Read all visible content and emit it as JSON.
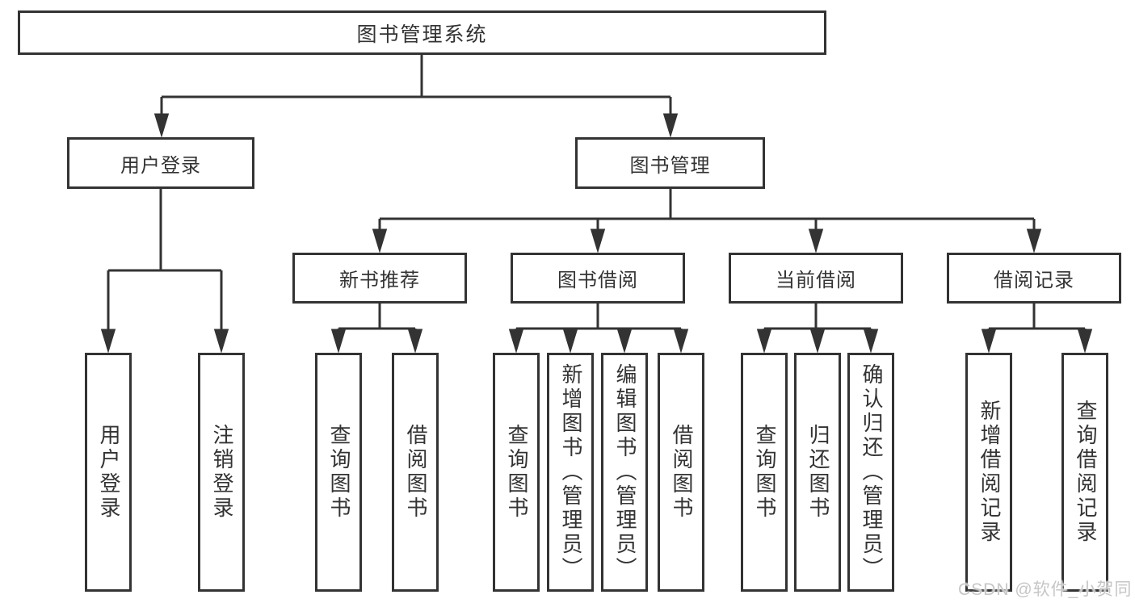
{
  "diagram": {
    "title": "图书管理系统",
    "root": {
      "label": "图书管理系统"
    },
    "level2": [
      {
        "label": "用户登录"
      },
      {
        "label": "图书管理"
      }
    ],
    "level3": [
      {
        "label": "新书推荐",
        "parent": "图书管理"
      },
      {
        "label": "图书借阅",
        "parent": "图书管理"
      },
      {
        "label": "当前借阅",
        "parent": "图书管理"
      },
      {
        "label": "借阅记录",
        "parent": "图书管理"
      }
    ],
    "leaves": [
      {
        "label": "用户登录",
        "parent": "用户登录"
      },
      {
        "label": "注销登录",
        "parent": "用户登录"
      },
      {
        "label": "查询图书",
        "parent": "新书推荐"
      },
      {
        "label": "借阅图书",
        "parent": "新书推荐"
      },
      {
        "label": "查询图书",
        "parent": "图书借阅"
      },
      {
        "label": "新增图书（管理员）",
        "parent": "图书借阅"
      },
      {
        "label": "编辑图书（管理员）",
        "parent": "图书借阅"
      },
      {
        "label": "借阅图书",
        "parent": "图书借阅"
      },
      {
        "label": "查询图书",
        "parent": "当前借阅"
      },
      {
        "label": "归还图书",
        "parent": "当前借阅"
      },
      {
        "label": "确认归还（管理员）",
        "parent": "当前借阅"
      },
      {
        "label": "新增借阅记录",
        "parent": "借阅记录"
      },
      {
        "label": "查询借阅记录",
        "parent": "借阅记录"
      }
    ]
  },
  "watermark": "CSDN @软件_小贺同学",
  "colors": {
    "line": "#333333",
    "box_fill": "#ffffff",
    "text": "#333333",
    "watermark": "#c6c6c6",
    "background": "#ffffff"
  }
}
